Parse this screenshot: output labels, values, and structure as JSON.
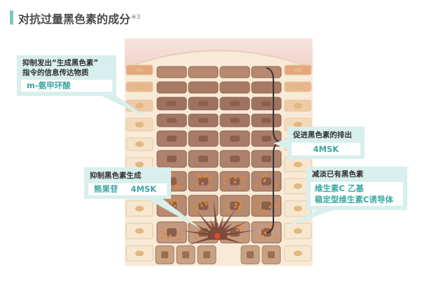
{
  "title": {
    "text": "对抗过量黑色素的成分",
    "note": "※3"
  },
  "callouts": {
    "inhibit_signal": {
      "heading_line1": "抑制发出“生成黑色素”",
      "heading_line2": "指令的信息传达物质",
      "ingredient": "m-氨甲环酸"
    },
    "promote_excretion": {
      "heading": "促进黑色素的排出",
      "ingredient": "4MSK"
    },
    "reduce_existing": {
      "heading": "减淡已有黑色素",
      "ingredient_line1": "维生素C 乙基",
      "ingredient_line2": "稳定型维生素C诱导体"
    },
    "inhibit_generation": {
      "heading": "抑制黑色素生成",
      "ingredient_a": "熊果苷",
      "ingredient_b": "4MSK"
    }
  },
  "colors": {
    "accent": "#7ec7c3",
    "callout_bg": "#d8efed",
    "ingredient_text": "#3aa7a1",
    "melanin_dot": "#e8892e",
    "melanocyte": "#7d4a3c"
  }
}
